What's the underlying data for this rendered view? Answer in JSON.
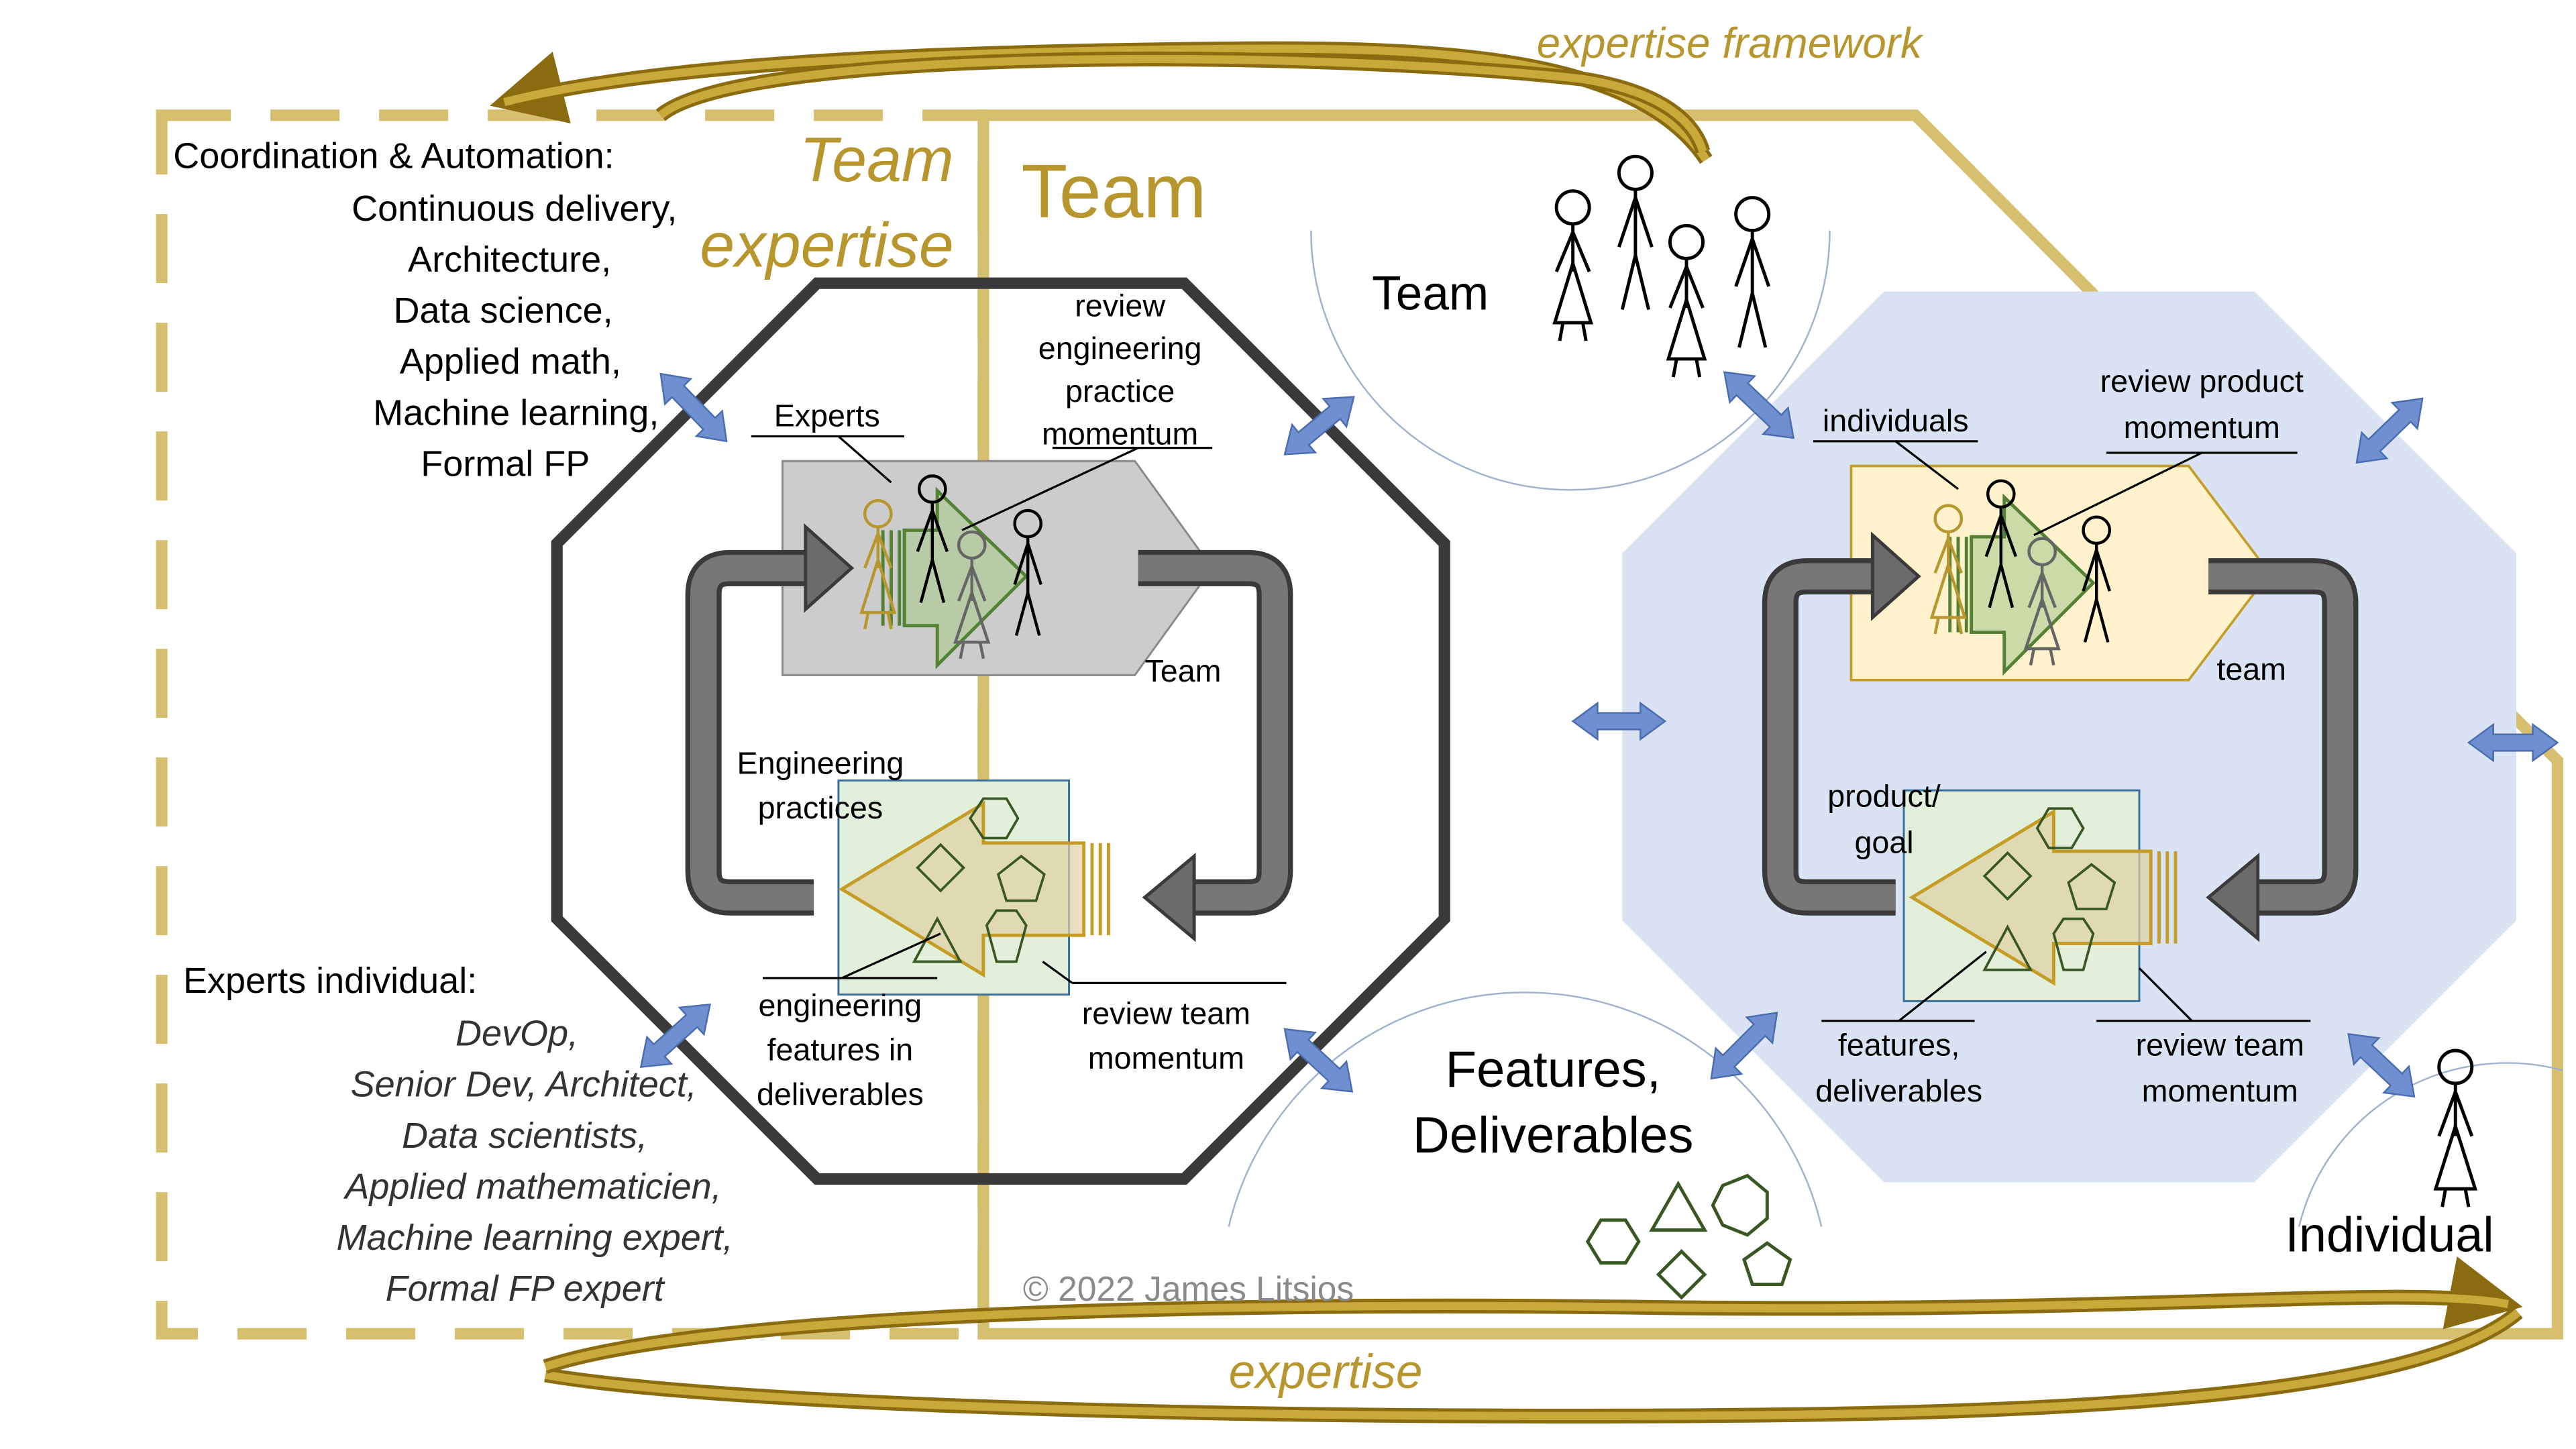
{
  "labels": {
    "expertise_framework": "expertise framework",
    "expertise": "expertise",
    "team_expertise_1": "Team",
    "team_expertise_2": "expertise",
    "team_big": "Team",
    "team_people": "Team",
    "features_1": "Features,",
    "features_2": "Deliverables",
    "individual": "Individual",
    "copyright": "© 2022 James Litsios"
  },
  "coordination": {
    "heading": "Coordination & Automation:",
    "items": [
      "Continuous delivery,",
      "Architecture,",
      "Data science,",
      "Applied math,",
      "Machine learning,",
      "Formal FP"
    ]
  },
  "experts_individual": {
    "heading": "Experts individual:",
    "items": [
      "DevOp,",
      "Senior Dev, Architect,",
      "Data scientists,",
      "Applied mathematicien,",
      "Machine learning expert,",
      "Formal FP expert"
    ]
  },
  "left_loop": {
    "experts": "Experts",
    "review_practice": [
      "review",
      "engineering",
      "practice",
      "momentum"
    ],
    "team": "Team",
    "eng_practices": [
      "Engineering",
      "practices"
    ],
    "eng_features": [
      "engineering",
      "features in",
      "deliverables"
    ],
    "review_team": [
      "review team",
      "momentum"
    ]
  },
  "right_loop": {
    "individuals": "individuals",
    "review_product": [
      "review product",
      "momentum"
    ],
    "team": "team",
    "product_goal": [
      "product/",
      "goal"
    ],
    "features": [
      "features,",
      "deliverables"
    ],
    "review_team": [
      "review team",
      "momentum"
    ]
  },
  "colors": {
    "gold": "#b8962e",
    "gold_dark": "#8a6b10",
    "arrow_blue": "#6f8fd0",
    "blue_octagon": "#dae3f3",
    "gray_box": "#cccccc",
    "yellow_box": "#fff2cc",
    "green_box": "#e2efda",
    "loop_gray": "#6b6b6b",
    "shape_green": "#385723"
  }
}
